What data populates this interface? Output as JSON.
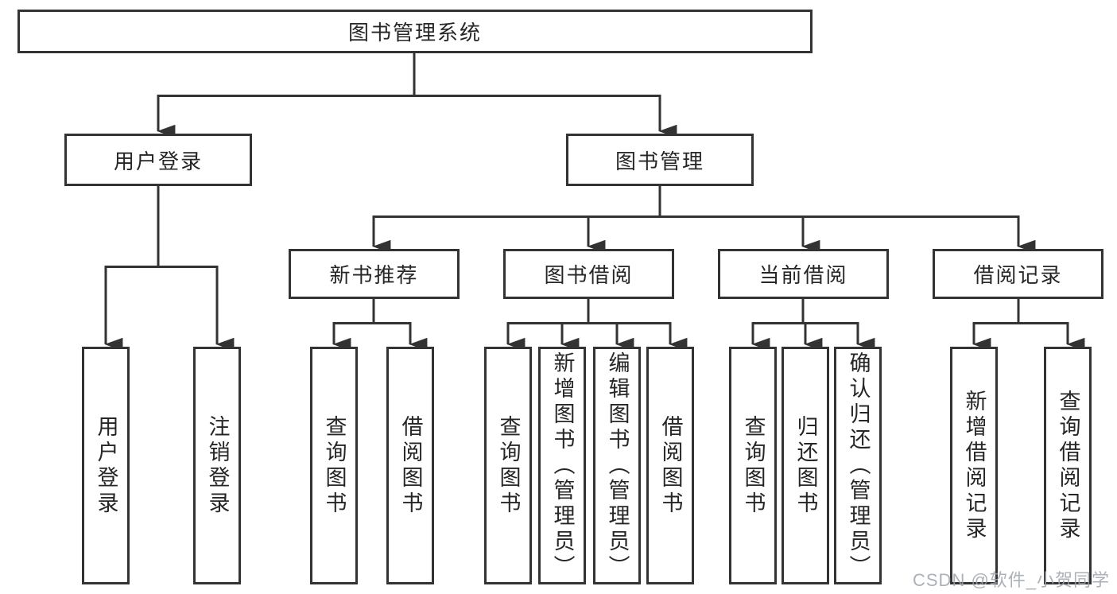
{
  "tree": {
    "label": "图书管理系统",
    "children": [
      {
        "label": "用户登录",
        "children": [
          {
            "label": "用户登录"
          },
          {
            "label": "注销登录"
          }
        ]
      },
      {
        "label": "图书管理",
        "children": [
          {
            "label": "新书推荐",
            "children": [
              {
                "label": "查询图书"
              },
              {
                "label": "借阅图书"
              }
            ]
          },
          {
            "label": "图书借阅",
            "children": [
              {
                "label": "查询图书"
              },
              {
                "label": "新增图书（管理员）"
              },
              {
                "label": "编辑图书（管理员）"
              },
              {
                "label": "借阅图书"
              }
            ]
          },
          {
            "label": "当前借阅",
            "children": [
              {
                "label": "查询图书"
              },
              {
                "label": "归还图书"
              },
              {
                "label": "确认归还（管理员）"
              }
            ]
          },
          {
            "label": "借阅记录",
            "children": [
              {
                "label": "新增借阅记录"
              },
              {
                "label": "查询借阅记录"
              }
            ]
          }
        ]
      }
    ]
  },
  "watermark": {
    "text": "CSDN @软件_小贺同学"
  },
  "colors": {
    "line": "#333333",
    "box_background": "#ffffff",
    "page_background": "#ffffff",
    "text": "#262626",
    "watermark": "#b3b7bc"
  }
}
